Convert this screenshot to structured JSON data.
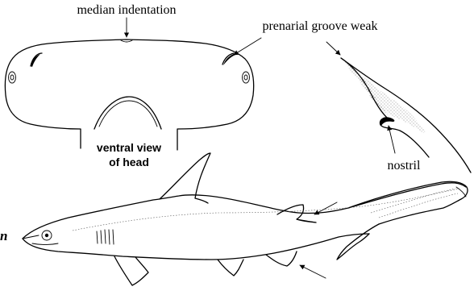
{
  "labels": {
    "median_indentation": "median indentation",
    "prenarial_groove": "prenarial groove weak",
    "ventral_view_line1": "ventral view",
    "ventral_view_line2": "of head",
    "nostril": "nostril",
    "cropped_letter": "n"
  }
}
